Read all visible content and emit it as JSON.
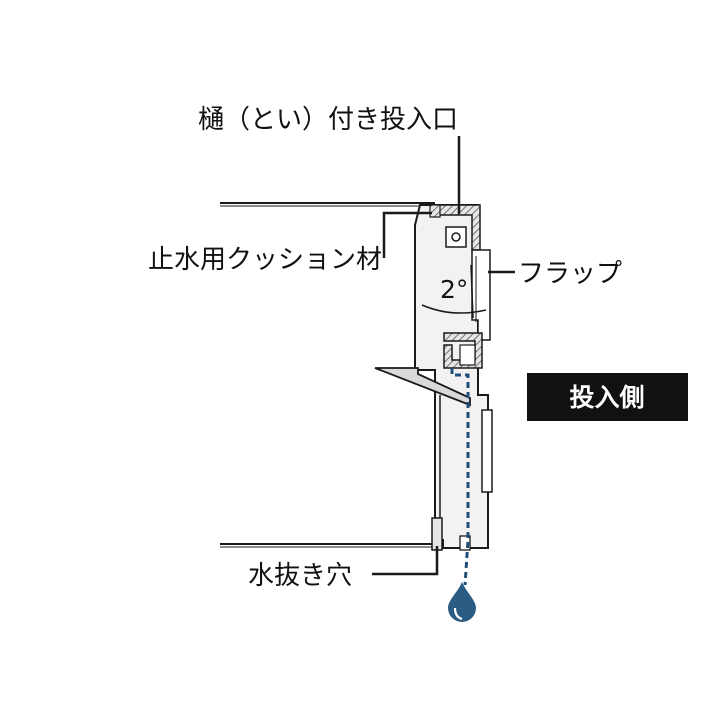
{
  "labels": {
    "inlet": "樋（とい）付き投入口",
    "cushion": "止水用クッション材",
    "flap": "フラップ",
    "angle": "2°",
    "drain": "水抜き穴"
  },
  "badge": {
    "text": "投入側",
    "background": "#111111",
    "text_color": "#ffffff"
  },
  "colors": {
    "line": "#1a1a1a",
    "body_fill": "#f2f2f2",
    "shade_fill": "#d9d9d9",
    "hatch": "#555555",
    "water": "#1f4e79",
    "drop": "#2b5d84"
  },
  "icons": {
    "drop": "water-drop-icon"
  }
}
